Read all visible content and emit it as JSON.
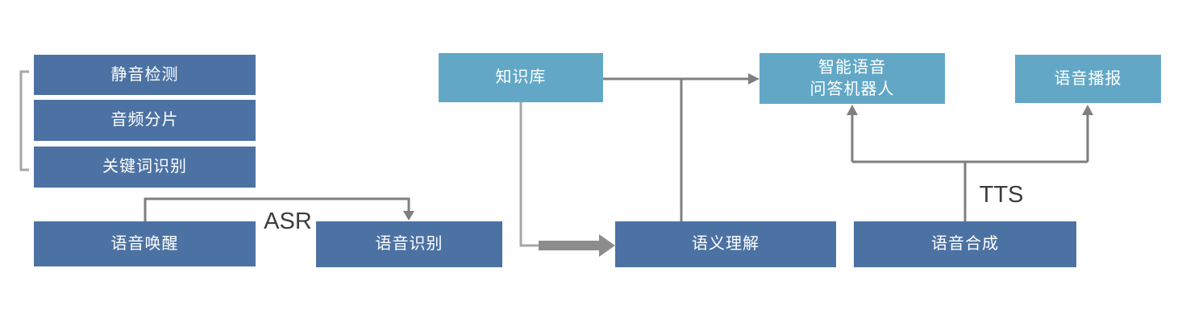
{
  "diagram": {
    "colors": {
      "primary_box": "#4c72a3",
      "accent_box": "#62a8c6",
      "box_text": "#ffffff",
      "connector": "#7f7f7f",
      "connector_light": "#a6a6a6",
      "thick_arrow": "#8c8c8c",
      "label_text": "#3d3d3d",
      "background": "#ffffff"
    },
    "boxes": [
      {
        "id": "silence-detection",
        "label": "静音检测",
        "style": "primary"
      },
      {
        "id": "audio-segmentation",
        "label": "音频分片",
        "style": "primary"
      },
      {
        "id": "keyword-recognition",
        "label": "关键词识别",
        "style": "primary"
      },
      {
        "id": "voice-wakeup",
        "label": "语音唤醒",
        "style": "primary"
      },
      {
        "id": "speech-recognition",
        "label": "语音识别",
        "style": "primary"
      },
      {
        "id": "knowledge-base",
        "label": "知识库",
        "style": "accent"
      },
      {
        "id": "semantic-understanding",
        "label": "语义理解",
        "style": "primary"
      },
      {
        "id": "qa-robot",
        "label": "智能语音\n问答机器人",
        "style": "accent"
      },
      {
        "id": "speech-synthesis",
        "label": "语音合成",
        "style": "primary"
      },
      {
        "id": "voice-broadcast",
        "label": "语音播报",
        "style": "accent"
      }
    ],
    "edge_labels": [
      {
        "id": "asr",
        "text": "ASR"
      },
      {
        "id": "tts",
        "text": "TTS"
      }
    ]
  }
}
